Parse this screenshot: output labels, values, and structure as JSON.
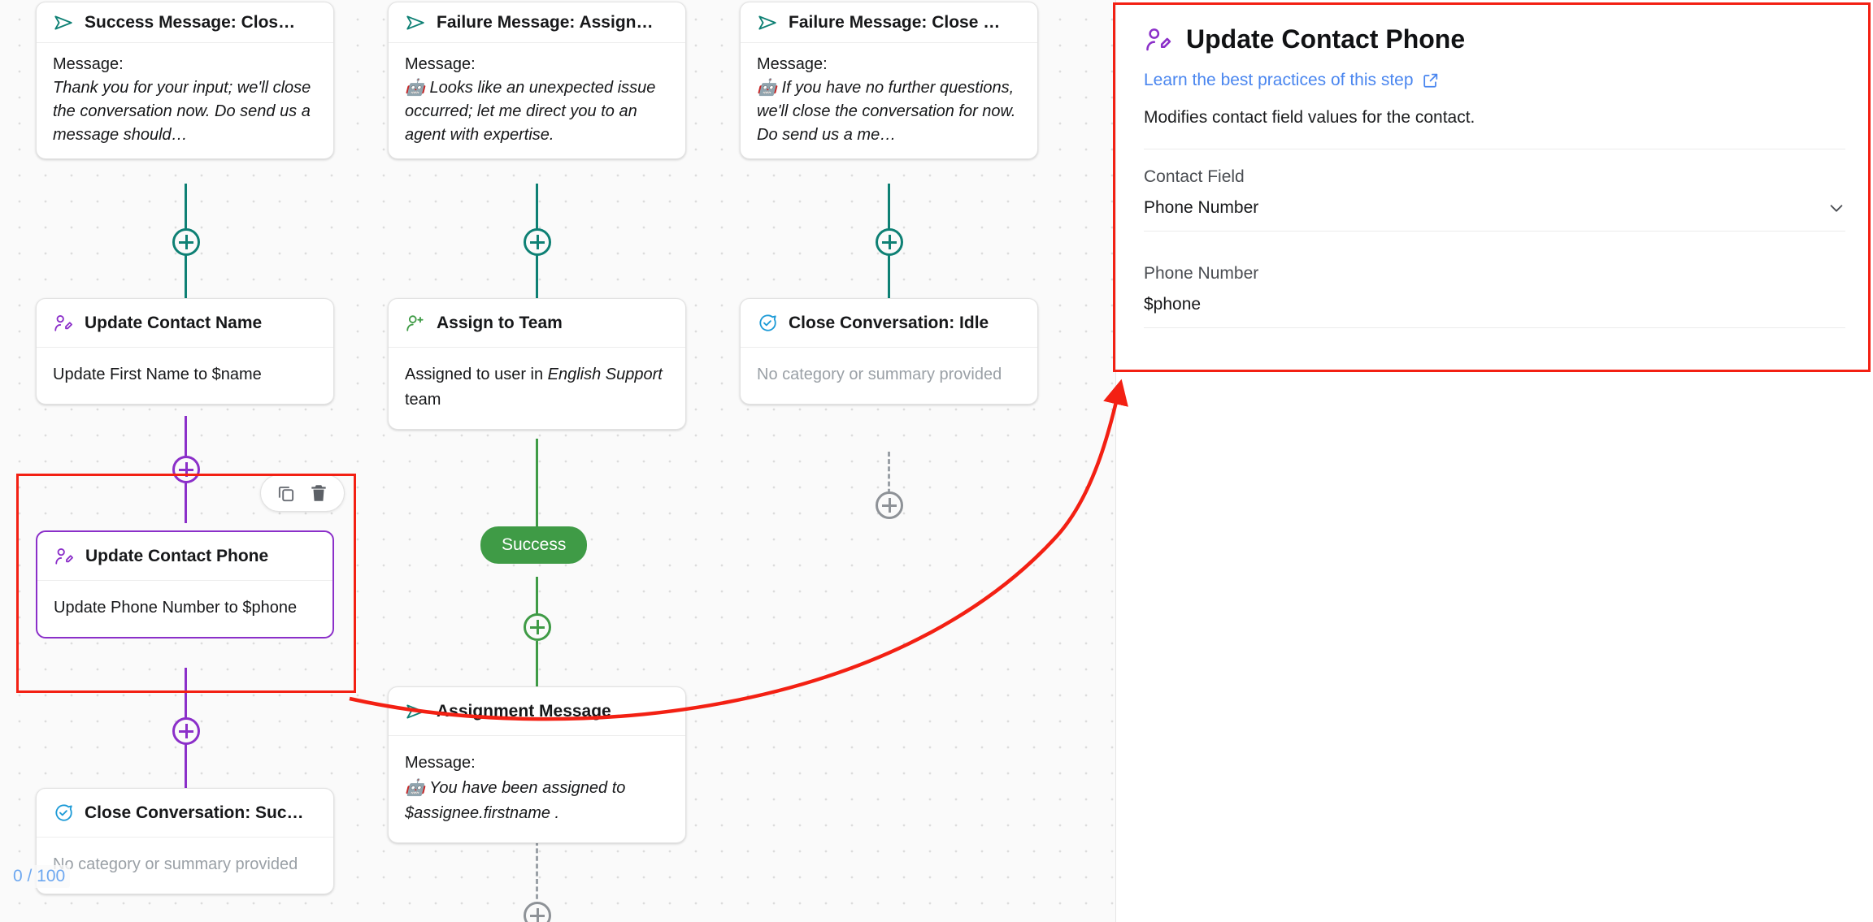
{
  "canvas": {
    "zoom_indicator": "0 / 100",
    "nodes": [
      {
        "id": "success-message-close",
        "title": "Success Message: Clos…",
        "icon": "send-message-icon",
        "body_label": "Message:",
        "body_text": "Thank you for your input; we'll close the conversation now. Do send us a message should…"
      },
      {
        "id": "failure-message-assign",
        "title": "Failure Message: Assign…",
        "icon": "send-message-icon",
        "body_label": "Message:",
        "body_text": "🤖 Looks like an unexpected issue occurred; let me direct you to an agent with expertise."
      },
      {
        "id": "failure-message-close",
        "title": "Failure Message: Close …",
        "icon": "send-message-icon",
        "body_label": "Message:",
        "body_text": "🤖 If you have no further questions, we'll close the conversation for now. Do send us a me…"
      },
      {
        "id": "update-contact-name",
        "title": "Update Contact Name",
        "icon": "contact-edit-icon",
        "body_text": "Update First Name to $name"
      },
      {
        "id": "assign-to-team",
        "title": "Assign to Team",
        "icon": "assign-user-icon",
        "body_prefix": "Assigned to user in ",
        "body_em": "English Support",
        "body_suffix": " team"
      },
      {
        "id": "close-conversation-idle",
        "title": "Close Conversation: Idle",
        "icon": "close-conversation-icon",
        "body_text": "No category or summary provided"
      },
      {
        "id": "update-contact-phone",
        "title": "Update Contact Phone",
        "icon": "contact-edit-icon",
        "body_text": "Update Phone Number to $phone"
      },
      {
        "id": "assignment-message",
        "title": "Assignment Message",
        "icon": "send-message-icon",
        "body_label": "Message:",
        "body_text": "🤖 You have been assigned to $assignee.firstname ."
      },
      {
        "id": "close-conversation-success",
        "title": "Close Conversation: Suc…",
        "icon": "close-conversation-icon",
        "body_text": "No category or summary provided"
      }
    ],
    "branch_pill": "Success",
    "node_toolbar": {
      "duplicate_icon": "copy-icon",
      "delete_icon": "trash-icon"
    },
    "colors": {
      "teal": "#0e8074",
      "purple": "#8B2FC9",
      "green": "#3f9b46",
      "gray": "#8e9297",
      "annotation_red": "#f32013",
      "link_blue": "#4a86ef"
    }
  },
  "panel": {
    "icon": "contact-edit-icon",
    "title": "Update Contact Phone",
    "link_text": "Learn the best practices of this step",
    "link_icon": "external-link-icon",
    "description": "Modifies contact field values for the contact.",
    "fields": [
      {
        "label": "Contact Field",
        "value": "Phone Number",
        "control": "dropdown",
        "control_icon": "chevron-down-icon"
      },
      {
        "label": "Phone Number",
        "value": "$phone",
        "control": "text"
      }
    ]
  }
}
